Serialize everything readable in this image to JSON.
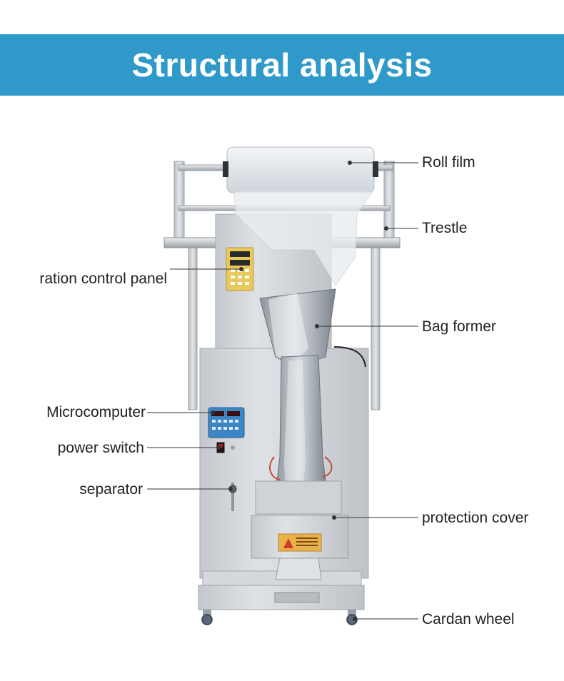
{
  "title": "Structural analysis",
  "colors": {
    "banner": "#2f9ac9",
    "banner_text": "#ffffff",
    "label_text": "#222222",
    "leader_line": "#333333",
    "steel": "#c9cdd2",
    "steel_dark": "#8e949b",
    "panel_yellow": "#e8c95a",
    "panel_blue": "#3d86c6",
    "warning_label": "#e7b24a"
  },
  "labels": {
    "roll_film": "Roll film",
    "trestle": "Trestle",
    "ration_control_panel": "ration control panel",
    "bag_former": "Bag former",
    "microcomputer": "Microcomputer",
    "power_switch": "power switch",
    "separator": "separator",
    "protection_cover": "protection cover",
    "cardan_wheel": "Cardan wheel"
  }
}
